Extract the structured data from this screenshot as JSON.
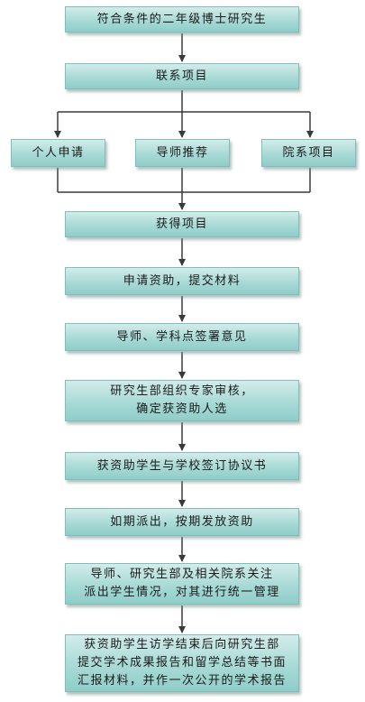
{
  "flowchart": {
    "steps": {
      "s1": "符合条件的二年级博士研究生",
      "s2": "联系项目",
      "s3a": "个人申请",
      "s3b": "导师推荐",
      "s3c": "院系项目",
      "s4": "获得项目",
      "s5": "申请资助，提交材料",
      "s6": "导师、学科点签署意见",
      "s7_l1": "研究生部组织专家审核，",
      "s7_l2": "确定获资助人选",
      "s8": "获资助学生与学校签订协议书",
      "s9": "如期派出，按期发放资助",
      "s10_l1": "导师、研究生部及相关院系关注",
      "s10_l2": "派出学生情况，对其进行统一管理",
      "s11_l1": "获资助学生访学结束后向研究生部",
      "s11_l2": "提交学术成果报告和留学总结等书面",
      "s11_l3": "汇报材料，并作一次公开的学术报告"
    },
    "colors": {
      "box_top": "#d2ecea",
      "box_bottom": "#8fcdc9",
      "box_border": "#7fbfba",
      "connector": "#3a3a3a"
    }
  }
}
